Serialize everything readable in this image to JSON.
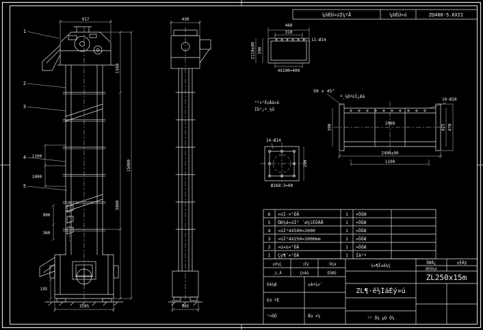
{
  "header": {
    "cells": [
      "¼õËÙ»úÍ¼ºÅ",
      "¼õËÙ»ú",
      "ZQ400-5.6XII"
    ]
  },
  "front_view": {
    "balloons": [
      "1",
      "2",
      "3",
      "4",
      "5"
    ],
    "dim_head_width": "917",
    "dim_overall": "15000",
    "dim_right_upper": "1500",
    "dim_right_lower": "3000",
    "dim_left_upper": "1100",
    "dim_left_mid": "1000",
    "dim_bucket_pitch": "900",
    "dim_bucket_size": "360",
    "dim_boot": "195",
    "dim_base": "1285"
  },
  "side_view": {
    "dim_top": "430",
    "dim_base": "965"
  },
  "section_detail": {
    "dim_width": "460",
    "dim_inner": "310",
    "holes_note": "11-Ø14",
    "pitch_note": "4X100=400",
    "dim_left_outer": "2110±00",
    "dim_left_inner": "390"
  },
  "notes": {
    "chamfer": "50 x 45°",
    "weld": "º¸½ÓºóÍ¿Æá",
    "fit1": "°²×°Ê±Åä×ê",
    "fit2": "ÏÖ³¡º¸½Ó"
  },
  "casing_detail": {
    "holes_note": "10-Ø18",
    "dim_inner": "1098",
    "dim_overall": "2400±00",
    "dim_span": "1190",
    "dim_height": "425",
    "dim_outer_height": "470",
    "dim_left": "390"
  },
  "flange_detail": {
    "holes_note": "14-Ø14",
    "dim_right": "290",
    "dim_bottom": "Ø268.3=00"
  },
  "parts_table": {
    "rows": [
      {
        "no": "6",
        "name": "»úÍ·×°ÖÃ",
        "qty": "1",
        "material": "×ÔÖÆ"
      },
      {
        "no": "5",
        "name": "ÖÐ¼ä»úÍ² ´ø¼ìÊÓÃÅ",
        "qty": "1",
        "material": "×ÔÖÆ"
      },
      {
        "no": "4",
        "name": "»úÍ²4X500=2000",
        "qty": "1",
        "material": "×ÔÖÆ"
      },
      {
        "no": "3",
        "name": "»úÍ²4X250=1000mm",
        "qty": "1",
        "material": "×ÔÖÆ"
      },
      {
        "no": "2",
        "name": "»ú×ù×°ÖÃ",
        "qty": "1",
        "material": "×ÔÖÆ"
      },
      {
        "no": "1",
        "name": "Çý¶¯×°ÖÃ",
        "qty": "1",
        "material": "Íâ¹º"
      }
    ]
  },
  "title_block": {
    "rev_row": [
      "±ê¼Ç",
      "´¦Êý",
      "·ÖÇø"
    ],
    "rev_row2": [
      "¸ü¸Ä",
      "Ç©Ãû",
      "ÈÕÆÚ"
    ],
    "sign_1": "Éè¼Æ",
    "sign_2": "±ê×¼»¯",
    "sign_3": "Éó ºË",
    "sign_4": "¹¤ÒÕ",
    "sign_5": "Åú ×¼",
    "stage_label": "½×¶Î±ê¼Ç",
    "weight_label": "ÖØÁ¿",
    "scale_label": "±ÈÀý",
    "weight_value": "Ø59¼è",
    "model": "ZL250x15m",
    "title": "ZL¶·ê½ÌáÉý»ú",
    "sheet_note": "¹² Õ¼  µÚ Õ¼"
  }
}
